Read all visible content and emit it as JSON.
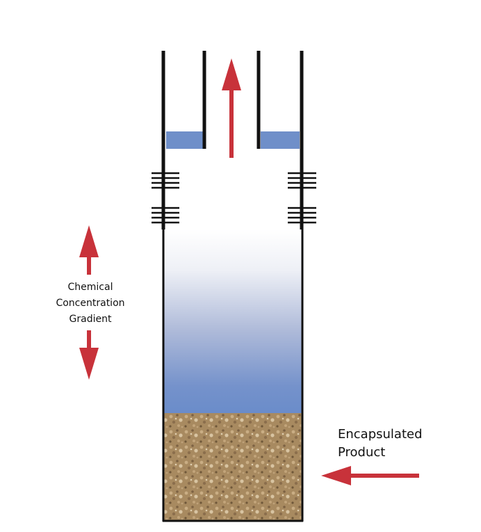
{
  "labels": {
    "gradient": [
      "Chemical",
      "Concentration",
      "Gradient"
    ],
    "product": [
      "Encapsulated",
      "Product"
    ]
  },
  "colors": {
    "arrow": "#c8323a",
    "water": "#6f8fc9",
    "wall": "#111111",
    "sediment": "#a88a60"
  }
}
